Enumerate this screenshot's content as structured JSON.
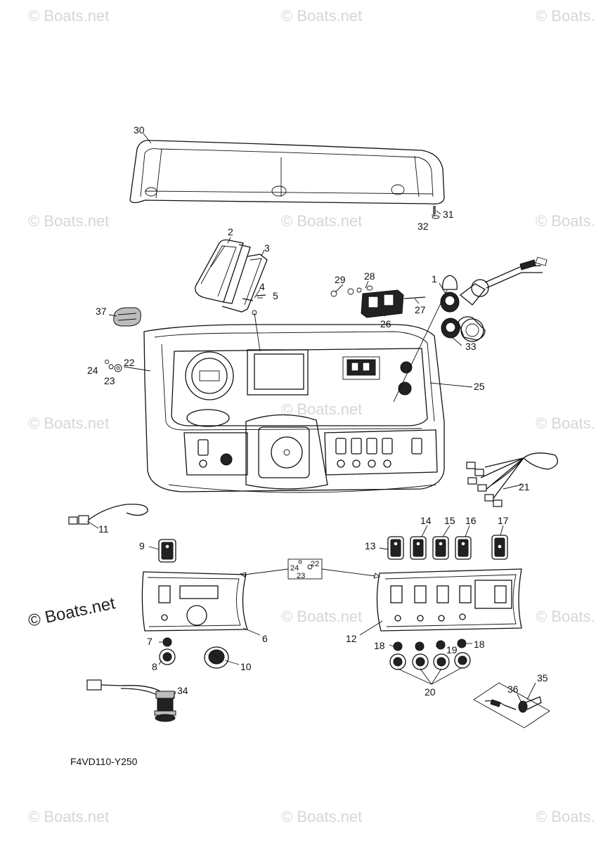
{
  "diagram_code": "F4VD110-Y250",
  "watermark": {
    "text": "© Boats.net",
    "featured_text": "© Boats.net"
  },
  "callouts": {
    "c1": "1",
    "c2": "2",
    "c3": "3",
    "c4": "4",
    "c5": "5",
    "c6": "6",
    "c7": "7",
    "c8": "8",
    "c9": "9",
    "c10": "10",
    "c11": "11",
    "c12": "12",
    "c13": "13",
    "c14": "14",
    "c15": "15",
    "c16": "16",
    "c17": "17",
    "c18a": "18",
    "c18b": "18",
    "c19": "19",
    "c20": "20",
    "c21": "21",
    "c22": "22",
    "c22b": "22",
    "c23": "23",
    "c23b": "23",
    "c24": "24",
    "c24b": "24",
    "c25": "25",
    "c26": "26",
    "c27": "27",
    "c28": "28",
    "c29": "29",
    "c30": "30",
    "c31": "31",
    "c32": "32",
    "c33": "33",
    "c34": "34",
    "c35": "35",
    "c36": "36",
    "c37": "37"
  }
}
